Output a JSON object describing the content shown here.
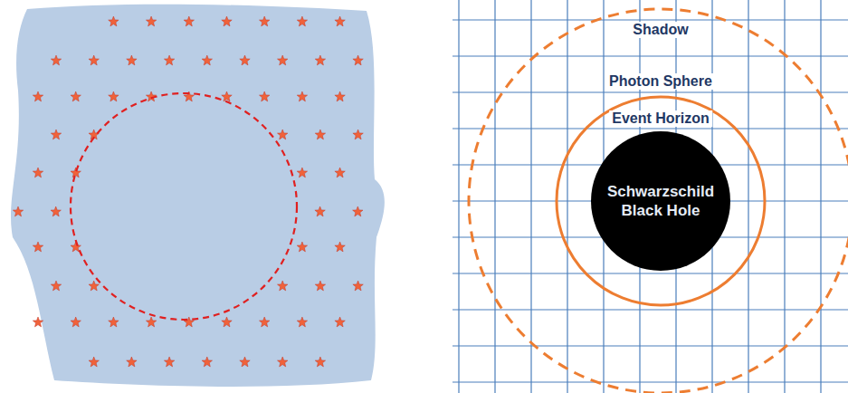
{
  "diagram": {
    "nodes": [
      {
        "text": [
          "Schwarzschild Black Hole"
        ]
      }
    ],
    "labels": [
      "Shadow",
      "Photon Sphere",
      "Event Horizon"
    ]
  }
}
